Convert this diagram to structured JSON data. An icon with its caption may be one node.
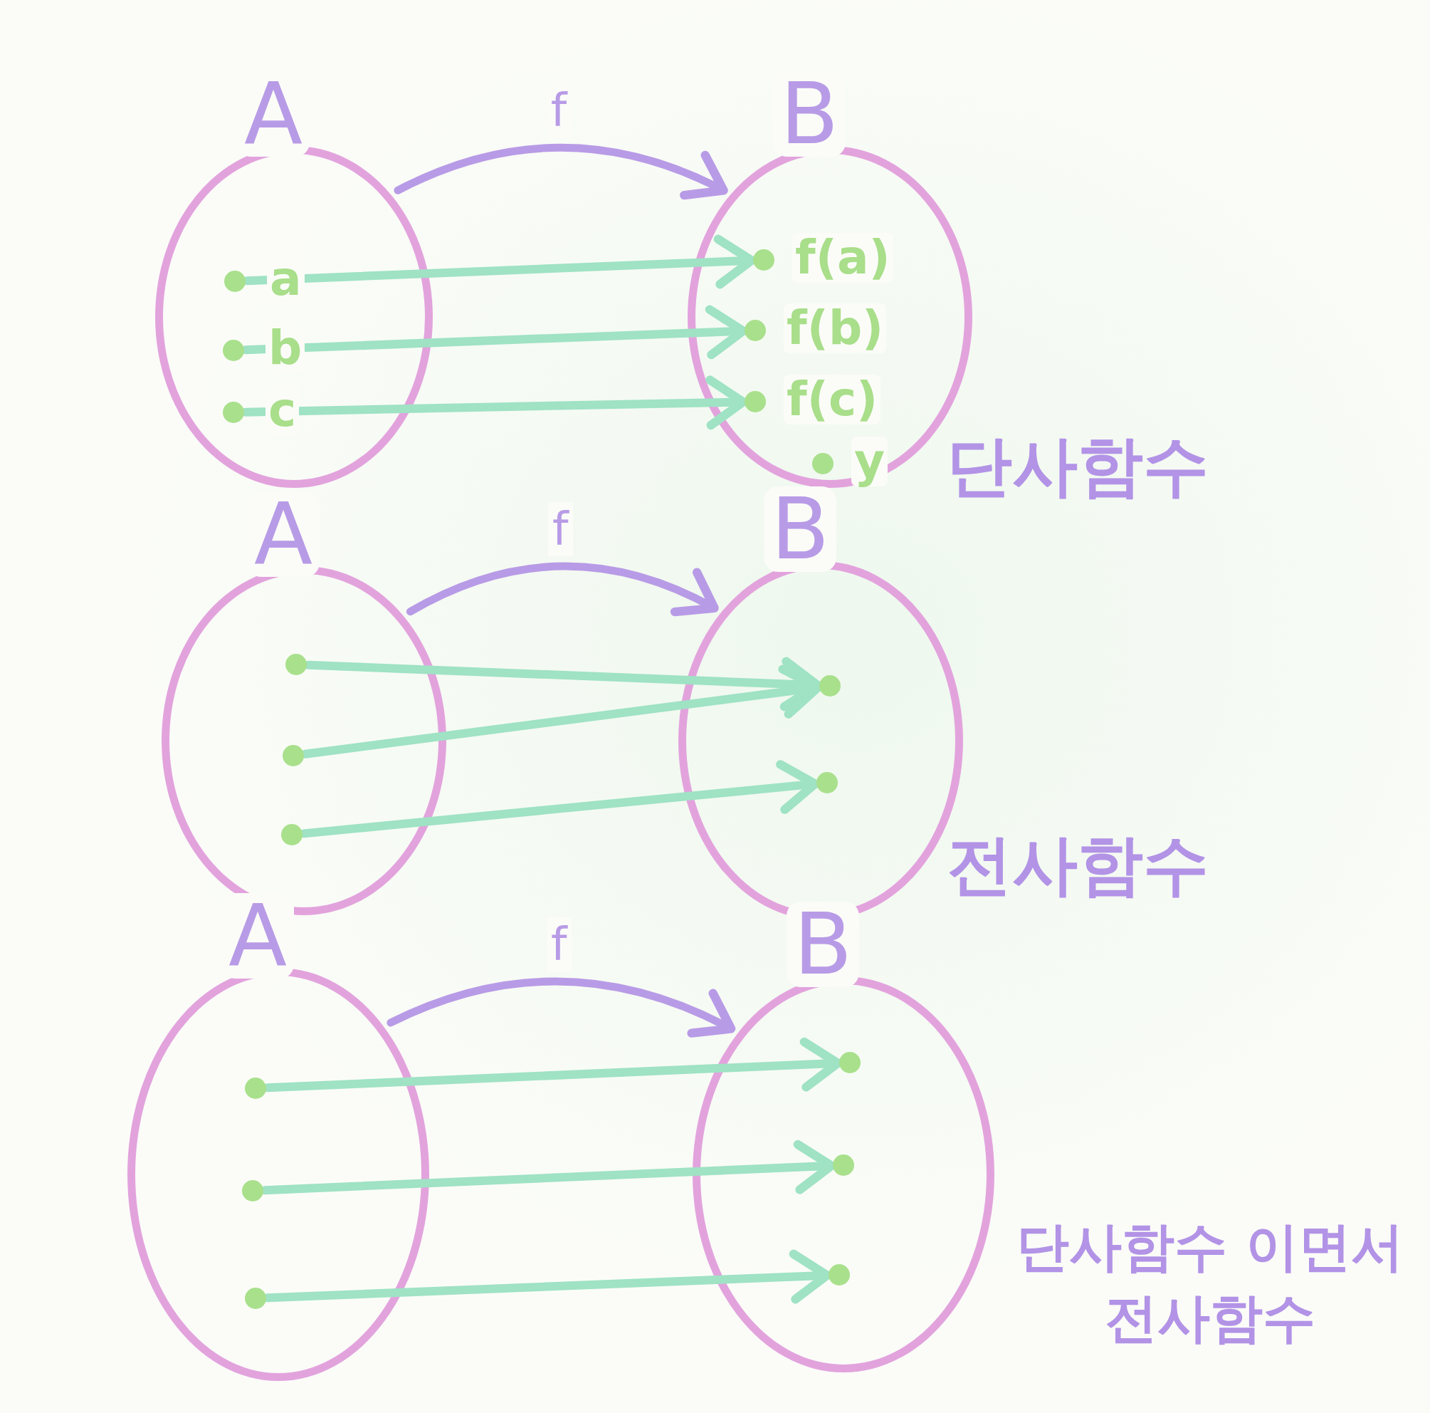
{
  "diagram": {
    "nodes": [
      {
        "text": [
          "A"
        ]
      },
      {
        "text": [
          "B"
        ]
      },
      {
        "text": [],
        "shape": "circle",
        "in": 0,
        "beside": [
          "a"
        ]
      },
      {
        "text": [],
        "shape": "circle",
        "in": 0,
        "beside": [
          "b"
        ]
      },
      {
        "text": [],
        "shape": "circle",
        "in": 0,
        "beside": [
          "c"
        ]
      },
      {
        "text": [],
        "shape": "circle",
        "in": 1,
        "beside": [
          "f(a)"
        ]
      },
      {
        "text": [],
        "shape": "circle",
        "in": 1,
        "beside": [
          "f(b)"
        ]
      },
      {
        "text": [],
        "shape": "circle",
        "in": 1,
        "beside": [
          "f(c)"
        ]
      },
      {
        "text": [],
        "shape": "circle",
        "in": 1,
        "beside": [
          "y"
        ]
      },
      {
        "text": [
          "A"
        ]
      },
      {
        "text": [
          "B"
        ]
      },
      {
        "text": [],
        "shape": "circle",
        "in": 9
      },
      {
        "text": [],
        "shape": "circle",
        "in": 9
      },
      {
        "text": [],
        "shape": "circle",
        "in": 9
      },
      {
        "text": [],
        "shape": "circle",
        "in": 10
      },
      {
        "text": [],
        "shape": "circle",
        "in": 10
      },
      {
        "text": [
          "A"
        ]
      },
      {
        "text": [
          "B"
        ]
      },
      {
        "text": [],
        "shape": "circle",
        "in": 16
      },
      {
        "text": [],
        "shape": "circle",
        "in": 16
      },
      {
        "text": [],
        "shape": "circle",
        "in": 16
      },
      {
        "text": [],
        "shape": "circle",
        "in": 17
      },
      {
        "text": [],
        "shape": "circle",
        "in": 17
      },
      {
        "text": [],
        "shape": "circle",
        "in": 17
      }
    ],
    "edges": [
      {
        "from": 0,
        "to": 1,
        "arrow": "to",
        "label": "f",
        "color": "#b89be6"
      },
      {
        "from": 2,
        "to": 5,
        "arrow": "to"
      },
      {
        "from": 3,
        "to": 6,
        "arrow": "to"
      },
      {
        "from": 4,
        "to": 7,
        "arrow": "to"
      },
      {
        "from": 9,
        "to": 10,
        "arrow": "to",
        "label": "f",
        "color": "#b89be6"
      },
      {
        "from": 11,
        "to": 14,
        "arrow": "to"
      },
      {
        "from": 12,
        "to": 14,
        "arrow": "to"
      },
      {
        "from": 13,
        "to": 15,
        "arrow": "to"
      },
      {
        "from": 16,
        "to": 17,
        "arrow": "to",
        "label": "f",
        "color": "#b89be6"
      },
      {
        "from": 18,
        "to": 21,
        "arrow": "to"
      },
      {
        "from": 19,
        "to": 22,
        "arrow": "to"
      },
      {
        "from": 20,
        "to": 23,
        "arrow": "to"
      }
    ],
    "labels": [
      "단사함수",
      "전사함수",
      "단사함수 이면서 전사함수"
    ]
  }
}
